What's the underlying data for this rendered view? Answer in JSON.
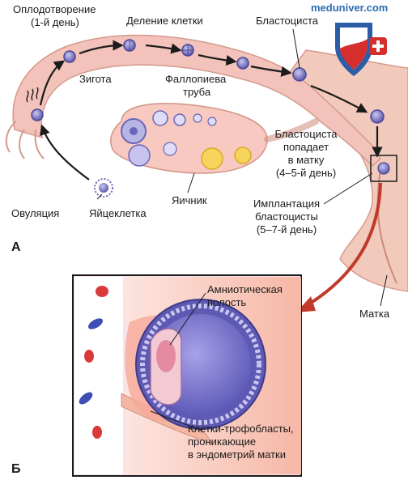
{
  "watermark": {
    "site": "meduniver.com"
  },
  "section_a": {
    "letter": "А",
    "labels": {
      "fertilization_l1": "Оплодотворение",
      "fertilization_l2": "(1-й день)",
      "cleavage": "Деление клетки",
      "blastocyst": "Бластоциста",
      "zygote": "Зигота",
      "tube_l1": "Фаллопиева",
      "tube_l2": "труба",
      "enters_l1": "Бластоциста",
      "enters_l2": "попадает",
      "enters_l3": "в матку",
      "enters_l4": "(4–5-й день)",
      "ovulation": "Овуляция",
      "egg": "Яйцеклетка",
      "ovary": "Яичник",
      "implant_l1": "Имплантация",
      "implant_l2": "бластоцисты",
      "implant_l3": "(5–7-й день)",
      "uterus": "Матка"
    }
  },
  "section_b": {
    "letter": "Б",
    "labels": {
      "amniotic_l1": "Амниотическая",
      "amniotic_l2": "полость",
      "troph_l1": "Клетки-трофобласты,",
      "troph_l2": "проникающие",
      "troph_l3": "в эндометрий матки"
    }
  },
  "colors": {
    "tube_pink": "#f3c2ba",
    "uterus_pink": "#f2cabc",
    "cell_purple": "#6b67b8",
    "arrow_dark": "#1b1b1b",
    "callout_red": "#c0392b",
    "logo_blue": "#2b5ea7",
    "logo_red": "#d62d2d"
  }
}
